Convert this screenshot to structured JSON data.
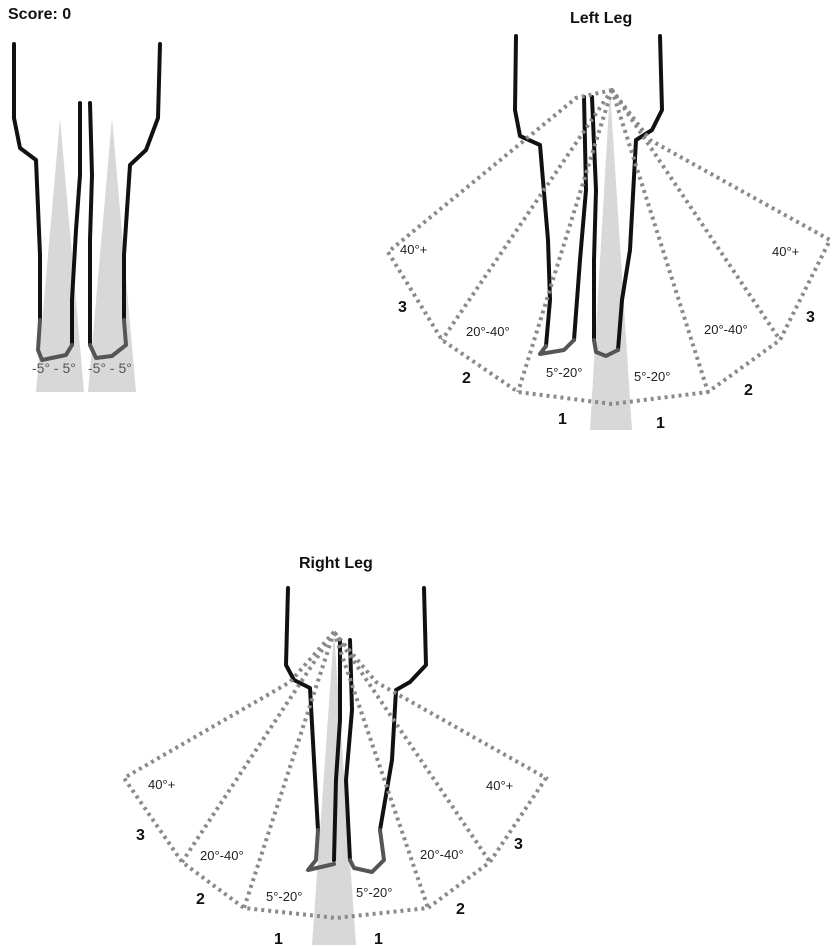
{
  "score": {
    "text": "Score: 0"
  },
  "neutral": {
    "left_range": "-5° - 5°",
    "right_range": "-5° - 5°"
  },
  "left_leg": {
    "title": "Left Leg",
    "zones": {
      "left": {
        "z1": "5°-20°",
        "z2": "20°-40°",
        "z3": "40°+"
      },
      "right": {
        "z1": "5°-20°",
        "z2": "20°-40°",
        "z3": "40°+"
      }
    },
    "scores": {
      "left": {
        "s1": "1",
        "s2": "2",
        "s3": "3"
      },
      "right": {
        "s1": "1",
        "s2": "2",
        "s3": "3"
      }
    }
  },
  "right_leg": {
    "title": "Right Leg",
    "zones": {
      "left": {
        "z1": "5°-20°",
        "z2": "20°-40°",
        "z3": "40°+"
      },
      "right": {
        "z1": "5°-20°",
        "z2": "20°-40°",
        "z3": "40°+"
      }
    },
    "scores": {
      "left": {
        "s1": "1",
        "s2": "2",
        "s3": "3"
      },
      "right": {
        "s1": "1",
        "s2": "2",
        "s3": "3"
      }
    }
  }
}
